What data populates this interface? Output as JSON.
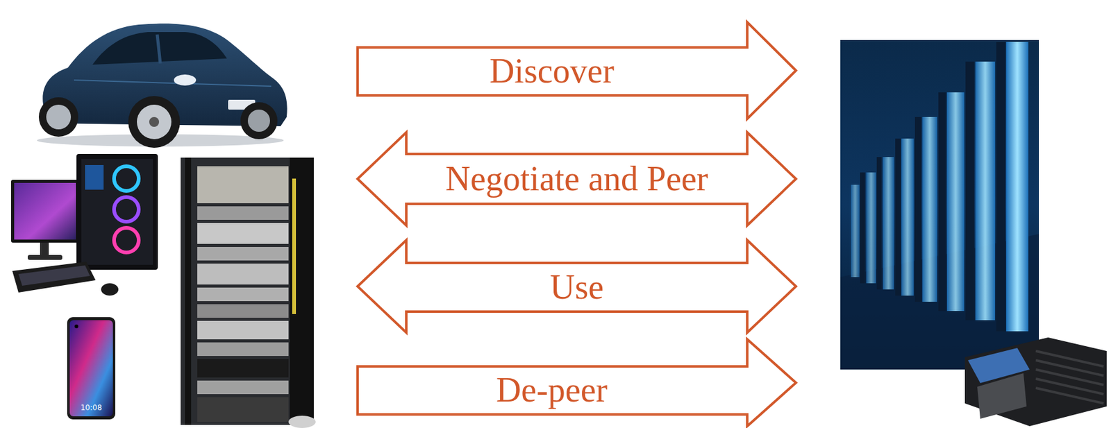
{
  "diagram": {
    "nodes": [
      {
        "text": [
          "Discover"
        ]
      },
      {
        "text": [
          "Negotiate and Peer"
        ]
      },
      {
        "text": [
          "Use"
        ]
      },
      {
        "text": [
          "De-peer"
        ]
      }
    ],
    "labels": [
      "10:08"
    ]
  }
}
